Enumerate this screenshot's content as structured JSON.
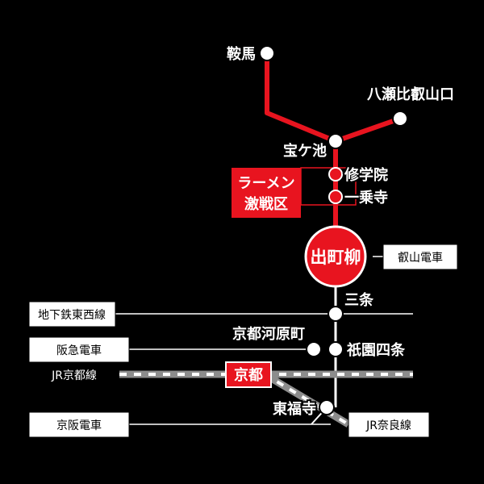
{
  "colors": {
    "background": "#000000",
    "eizan_line": "#e8141f",
    "other_line": "#ffffff",
    "jr_line": "#8c8c8c",
    "station_fill": "#ffffff",
    "highlight_box": "#e8141f"
  },
  "stations": {
    "kurama": "鞍馬",
    "yase_hieizanguchi": "八瀬比叡山口",
    "takaragaike": "宝ケ池",
    "shugakuin": "修学院",
    "ichijoji": "一乗寺",
    "demachiyanagi": "出町柳",
    "sanjo": "三条",
    "kyoto_kawaramachi": "京都河原町",
    "gion_shijo": "祇園四条",
    "kyoto": "京都",
    "tofukuji": "東福寺"
  },
  "ramen_zone": {
    "line1": "ラーメン",
    "line2": "激戦区"
  },
  "lines": {
    "eizan": "叡山電車",
    "tozai": "地下鉄東西線",
    "hankyu": "阪急電車",
    "jr_kyoto": "JR京都線",
    "keihan": "京阪電車",
    "jr_nara": "JR奈良線"
  }
}
